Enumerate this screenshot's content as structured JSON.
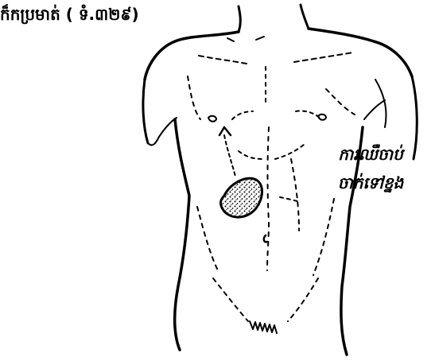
{
  "caption": "ក៏កប្រមាត់ ( ទំ.៣២៩)",
  "label": {
    "line1": "ការឈឺចាប់",
    "line2": "ចាក់ទៅខ្នង"
  },
  "colors": {
    "ink": "#000000",
    "background": "#ffffff"
  }
}
